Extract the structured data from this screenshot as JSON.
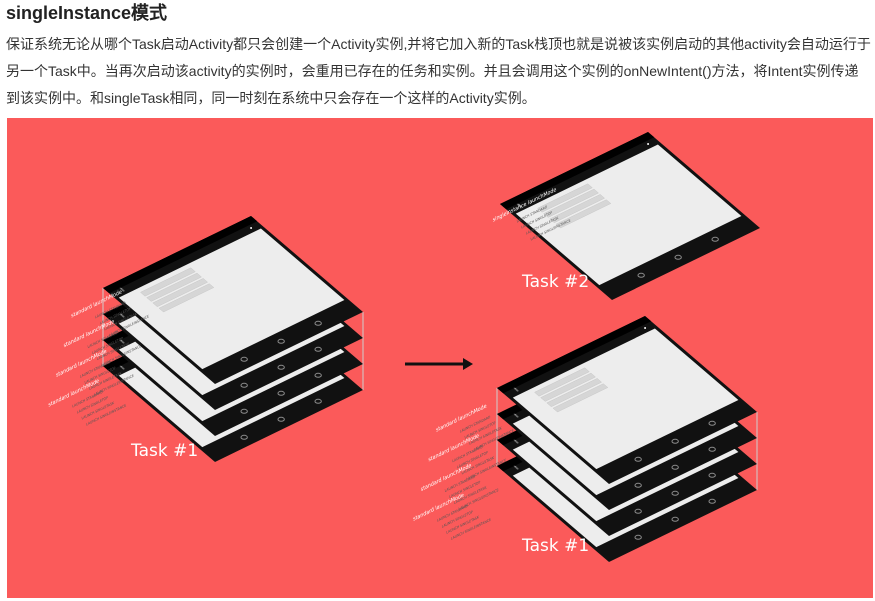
{
  "article": {
    "heading": "singleInstance模式",
    "paragraph": "保证系统无论从哪个Task启动Activity都只会创建一个Activity实例,并将它加入新的Task栈顶也就是说被该实例启动的其他activity会自动运行于另一个Task中。当再次启动该activity的实例时，会重用已存在的任务和实例。并且会调用这个实例的onNewIntent()方法，将Intent实例传递到该实例中。和singleTask相同，同一时刻在系统中只会存在一个这样的Activity实例。"
  },
  "figure": {
    "background_color": "#fb5a5a",
    "left_stack": {
      "screen_title": "standard launchMode",
      "buttons": [
        "LAUNCH STANDARD",
        "LAUNCH SINGLETOP",
        "LAUNCH SINGLETASK",
        "LAUNCH SINGLEINSTANCE"
      ],
      "label": "Task #1"
    },
    "right_top": {
      "screen_title": "singleInstance launchMode",
      "buttons": [
        "LAUNCH STANDARD",
        "LAUNCH SINGLETOP",
        "LAUNCH SINGLETASK",
        "LAUNCH SINGLEINSTANCE"
      ],
      "label": "Task #2"
    },
    "right_bottom": {
      "screen_title": "standard launchMode",
      "buttons": [
        "LAUNCH STANDARD",
        "LAUNCH SINGLETOP",
        "LAUNCH SINGLETASK",
        "LAUNCH SINGLEINSTANCE"
      ],
      "label": "Task #1"
    },
    "arrow_icon": "right-arrow-icon"
  }
}
